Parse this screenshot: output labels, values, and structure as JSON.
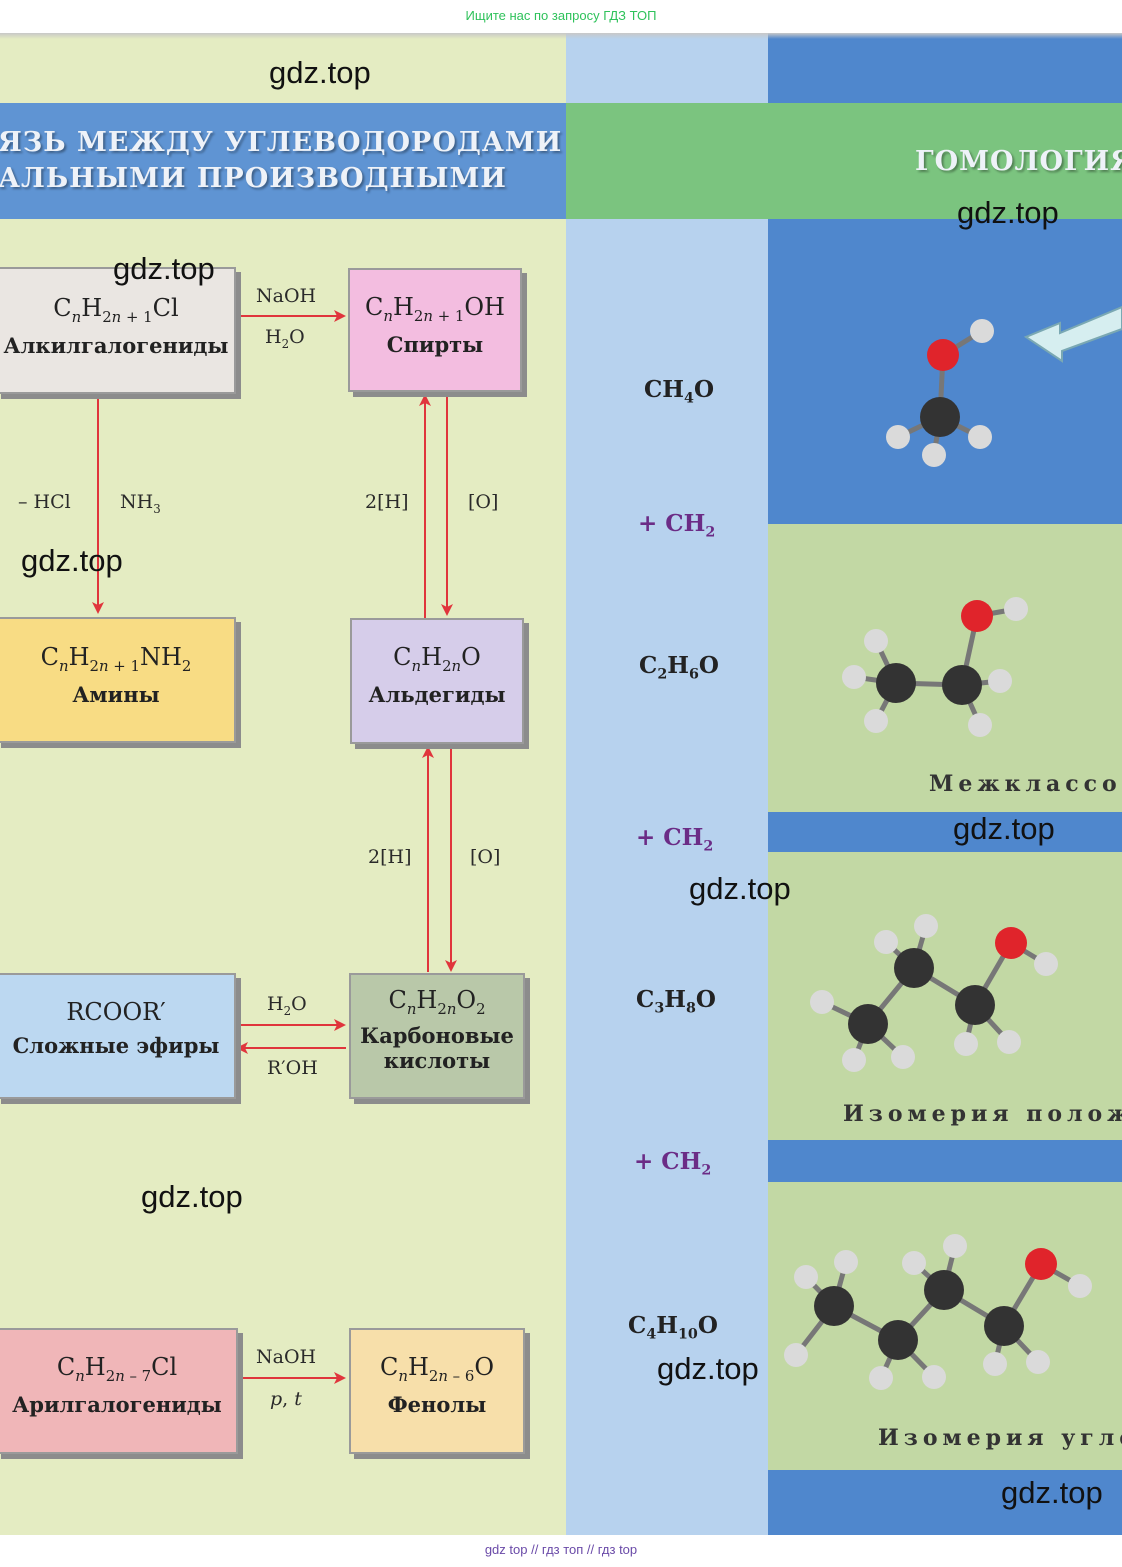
{
  "top_banner": "Ищите нас по запросу ГДЗ ТОП",
  "bottom_banner": "gdz top  //  гдз топ  //  гдз top",
  "watermark": "gdz.top",
  "heading_left": {
    "line1": "ЯЗЬ МЕЖДУ УГЛЕВОДОРОДАМИ",
    "line2": "АЛЬНЫМИ ПРОИЗВОДНЫМИ"
  },
  "heading_right": "ГОМОЛОГИЯ  И",
  "boxes": {
    "alkyl": {
      "formula_html": "C<sub><i>n</i></sub>H<sub>2<i>n</i> + 1</sub>Cl",
      "name": "Алкилгалогениды"
    },
    "alcohol": {
      "formula_html": "C<sub><i>n</i></sub>H<sub>2<i>n</i> + 1</sub>OH",
      "name": "Спирты"
    },
    "amine": {
      "formula_html": "C<sub><i>n</i></sub>H<sub>2<i>n</i> + 1</sub>NH<sub>2</sub>",
      "name": "Амины"
    },
    "aldehyde": {
      "formula_html": "C<sub><i>n</i></sub>H<sub>2<i>n</i></sub>O",
      "name": "Альдегиды"
    },
    "ester": {
      "formula_html": "RCOOR′",
      "name": "Сложные эфиры"
    },
    "acid": {
      "formula_html": "C<sub><i>n</i></sub>H<sub>2<i>n</i></sub>O<sub>2</sub>",
      "name_line1": "Карбоновые",
      "name_line2": "кислоты"
    },
    "aryl": {
      "formula_html": "C<sub><i>n</i></sub>H<sub>2<i>n</i> – 7</sub>Cl",
      "name": "Арилгалогениды"
    },
    "phenol": {
      "formula_html": "C<sub><i>n</i></sub>H<sub>2<i>n</i> – 6</sub>O",
      "name": "Фенолы"
    }
  },
  "arrow_labels": {
    "naoh_1": "NaOH",
    "h2o_1_html": "H<sub>2</sub>O",
    "minus_hcl": "– HCl",
    "nh3_html": "NH<sub>3</sub>",
    "h2_1": "2[H]",
    "o_1": "[O]",
    "h2_2": "2[H]",
    "o_2": "[O]",
    "h2o_2_html": "H<sub>2</sub>O",
    "roh": "R′OH",
    "naoh_2": "NaOH",
    "pt_html": "<i>p</i>, <i>t</i>"
  },
  "homologs": {
    "m1_html": "CH<sub>4</sub>O",
    "m2_html": "C<sub>2</sub>H<sub>6</sub>O",
    "m3_html": "C<sub>3</sub>H<sub>8</sub>O",
    "m4_html": "C<sub>4</sub>H<sub>10</sub>O",
    "plus_html": "+ CH<sub>2</sub>"
  },
  "captions": {
    "c1": "Межклассов",
    "c2": "Изомерия положе",
    "c3": "Изомерия углер"
  },
  "colors": {
    "arrow": "#e0353c",
    "oxygen": "#e0242b",
    "carbon": "#333333",
    "hydrogen": "#dadada",
    "alkyl_box": "#eae6e2",
    "alcohol_box": "#f3bde0",
    "amine_box": "#f8dc84",
    "aldehyde_box": "#d6cdea",
    "ester_box": "#bcd8f1",
    "acid_box": "#b9c8a9",
    "aryl_box": "#f0b6b8",
    "phenol_box": "#f7dfaa"
  }
}
